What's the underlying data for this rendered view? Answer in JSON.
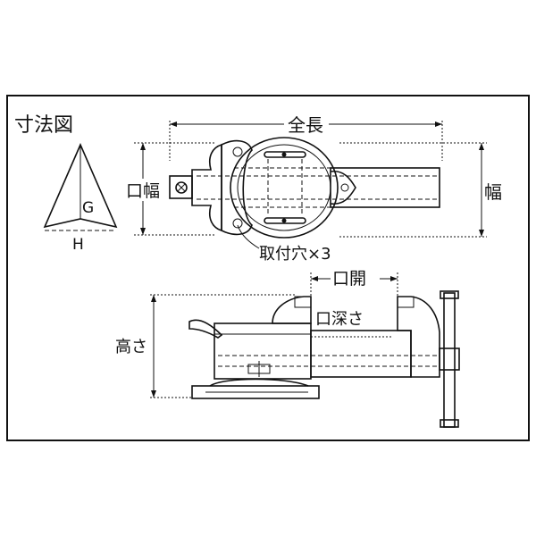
{
  "title": "寸法図",
  "arrow_diagram": {
    "g_label": "G",
    "h_label": "H"
  },
  "top_view": {
    "overall_length_label": "全長",
    "width_label": "幅",
    "jaw_width_label": "口幅",
    "mounting_holes_label": "取付穴×3"
  },
  "side_view": {
    "jaw_opening_label": "口開",
    "throat_depth_label": "口深さ",
    "height_label": "高さ"
  }
}
